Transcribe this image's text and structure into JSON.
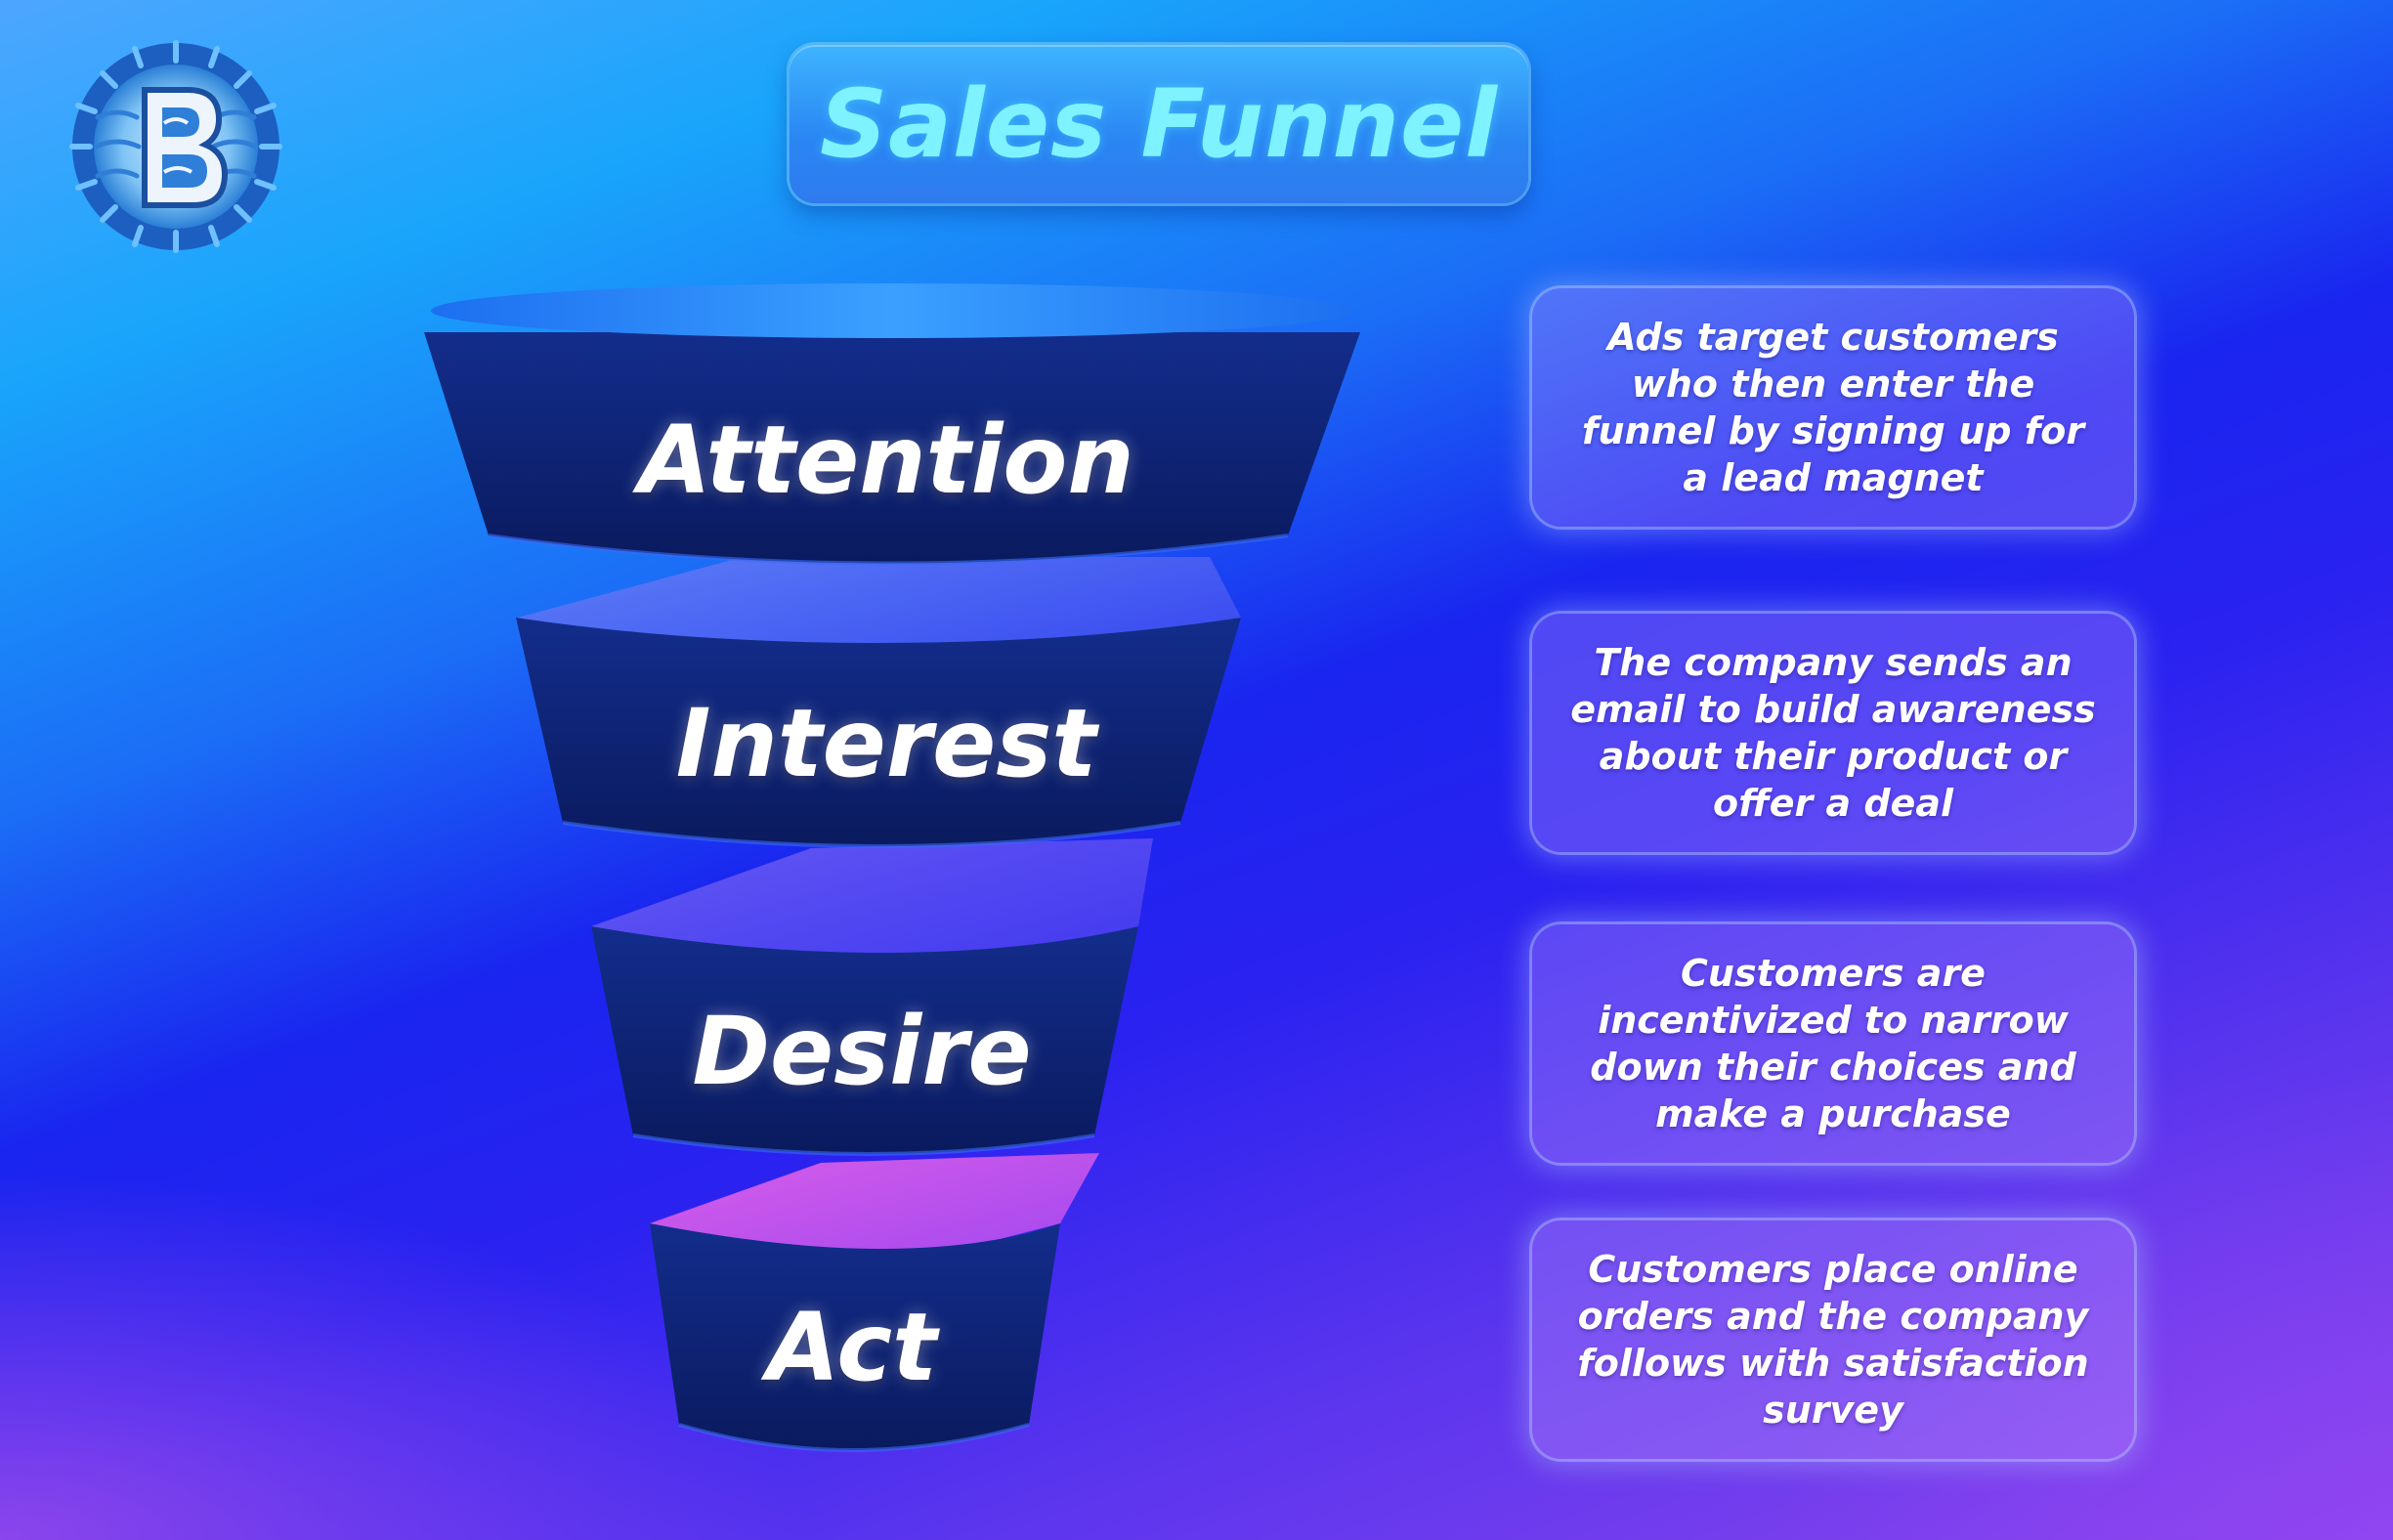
{
  "title": "Sales Funnel",
  "logo": {
    "icon": "brand-b-logo-icon",
    "letter": "B"
  },
  "colors": {
    "funnel_band": "#0d1f6e",
    "funnel_band_dark": "#081650",
    "funnel_rim": "#2f8ff7",
    "title_text": "#7ef3ff",
    "card_text": "#ffffff"
  },
  "stages": [
    {
      "label": "Attention",
      "description": "Ads target customers who then enter the funnel by signing up for a lead magnet"
    },
    {
      "label": "Interest",
      "description": "The company sends an email to build awareness about their product or offer a deal"
    },
    {
      "label": "Desire",
      "description": "Customers are incentivized to narrow down their choices and make a purchase"
    },
    {
      "label": "Act",
      "description": "Customers place online orders and the company follows with satisfaction survey"
    }
  ]
}
